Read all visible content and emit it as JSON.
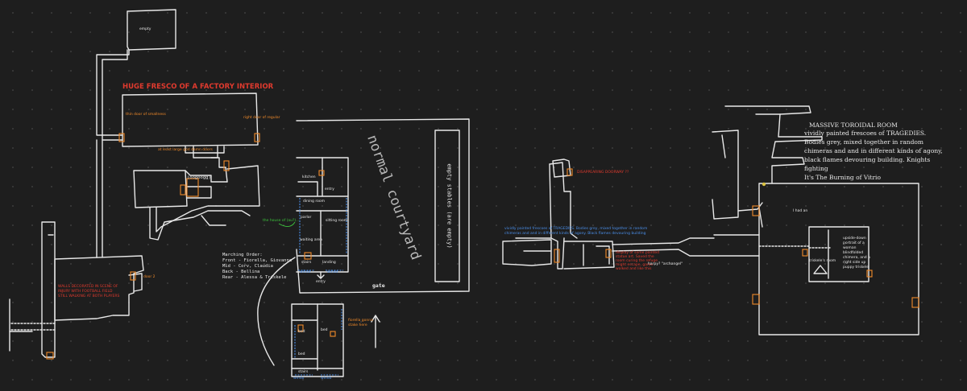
{
  "colors": {
    "background": "#1e1e1e",
    "grid_dot": "#3a3a3a",
    "line": "#e8e8e8",
    "red": "#e03a2e",
    "orange": "#f08a2a",
    "blue": "#4a8ee8",
    "green": "#3cc43c"
  },
  "labels": {
    "empty": "empty",
    "huge_fresco": "HUGE FRESCO OF A FACTORY INTERIOR",
    "thin_door_smallness": "thin door of smallness",
    "right_door_regular": "right door of regular",
    "at_least_large": "at least large god damn doors",
    "logoogog": "(oogoogg)",
    "door_to": "door 2",
    "left_red_note_1": "WALLS DECORATED IN SCENE OF",
    "left_red_note_2": "INJURY WITH FOOTBALL FIELD",
    "left_red_note_3": "STILL WALKING AT BOTH PLAYERS",
    "kitchen": "kitchen",
    "entry": "entry",
    "dining_room": "dining room",
    "parlor": "parlor",
    "sitting_room": "sitting room",
    "waiting_area": "waiting area",
    "landing": "landing",
    "stairs": "stairs",
    "windo": "windo",
    "house_of": "the house of (au?)...",
    "marching_title": "Marching Order:",
    "marching_front": "Front - Fiorella, Giovanna",
    "marching_mid": "Mid - Corv, Claudia",
    "marching_back": "Back - Bellina",
    "marching_rear": "Rear - Alessa & Triskele",
    "normal_courtyard": "normal courtyard",
    "empty_stables": "empty stables (are empty)",
    "gate": "gate",
    "fiorella_note_1": "fiorella gonna",
    "fiorella_note_2": "stake here",
    "bed": "bed",
    "disappearing_doorway": "DISAPPEARING DOORWAY ??",
    "blue_vividly_1": "vividly painted frescoes of TRAGEDIES. Bodies grey, mixed together in random",
    "blue_vividly_2": "chimeras and and in different kinds of agony. Black flames devouring building",
    "red_mid_1": "display of some painted",
    "red_mid_2": "statue art. Saved the",
    "red_mid_3": "room curing the refuge",
    "red_mid_4": "might escape, game",
    "red_mid_5": "walked and like this",
    "harpy": "harpy? \"archangel\"",
    "massive_1": "MASSIVE TOROIDAL ROOM",
    "massive_2": "vividly painted frescoes of TRAGEDIES.",
    "massive_3": "Bodies grey, mixed together in random",
    "massive_4": "chimeras and and in different kinds of agony,",
    "massive_5": "black flames devouring building. Knights",
    "massive_6": "fighting",
    "massive_7": "It's The Burning of Vitrio",
    "i_had_an": "I had an",
    "toroid_1": "upside-down",
    "toroid_2": "portrait of a",
    "toroid_3": "woman",
    "toroid_4": "blindfolded",
    "toroid_5": "chimera, and a",
    "toroid_6": "right side up",
    "toroid_7": "puppy triskele",
    "triskele_room": "triskele's room"
  }
}
